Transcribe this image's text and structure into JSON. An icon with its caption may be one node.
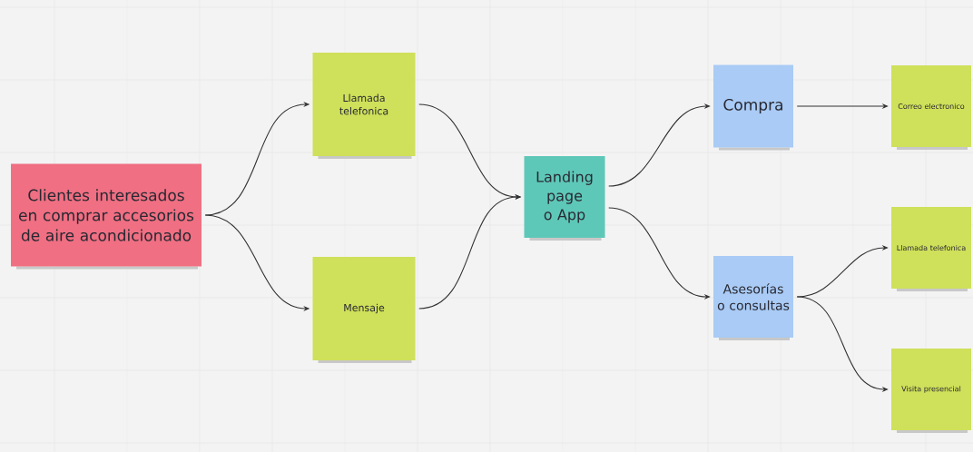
{
  "diagram": {
    "nodes": [
      {
        "text": [
          "Clientes interesados en comprar accesorios de aire acondicionado"
        ]
      },
      {
        "text": [
          "Llamada telefonica"
        ]
      },
      {
        "text": [
          "Mensaje"
        ]
      },
      {
        "text": [
          "Landing page o App"
        ]
      },
      {
        "text": [
          "Compra"
        ]
      },
      {
        "text": [
          "Asesorías o consultas"
        ]
      },
      {
        "text": [
          "Correo electronico"
        ]
      },
      {
        "text": [
          "Llamada telefonica"
        ]
      },
      {
        "text": [
          "Visita presencial"
        ]
      }
    ],
    "edges": [
      {
        "from": 0,
        "to": 1,
        "arrow": "to"
      },
      {
        "from": 0,
        "to": 2,
        "arrow": "to"
      },
      {
        "from": 1,
        "to": 3,
        "arrow": "to"
      },
      {
        "from": 2,
        "to": 3,
        "arrow": "to"
      },
      {
        "from": 3,
        "to": 4,
        "arrow": "to"
      },
      {
        "from": 3,
        "to": 5,
        "arrow": "to"
      },
      {
        "from": 4,
        "to": 6,
        "arrow": "to"
      },
      {
        "from": 5,
        "to": 7,
        "arrow": "to"
      },
      {
        "from": 5,
        "to": 8,
        "arrow": "to"
      }
    ]
  }
}
